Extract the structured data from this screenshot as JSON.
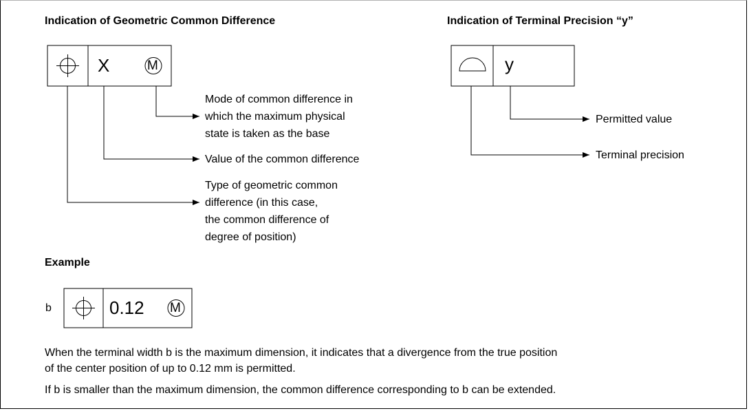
{
  "left_title": "Indication of Geometric Common Difference",
  "right_title": "Indication of Terminal Precision “y”",
  "left_frame": {
    "symbol_icon": "position-crosshair-icon",
    "value": "X",
    "modifier": "M"
  },
  "right_frame": {
    "symbol_icon": "profile-of-surface-icon",
    "value": "y"
  },
  "left_callouts": {
    "modifier": [
      "Mode of common difference in",
      "which the maximum physical",
      "state is taken as the base"
    ],
    "value": "Value of the common difference",
    "type": [
      "Type of geometric common",
      "difference (in this case,",
      "the common difference of",
      "degree of position)"
    ]
  },
  "right_callouts": {
    "value": "Permitted value",
    "type": "Terminal precision"
  },
  "example": {
    "heading": "Example",
    "prefix": "b",
    "value": "0.12",
    "modifier": "M"
  },
  "notes": [
    [
      "When the terminal width b is the maximum dimension, it indicates that a divergence from the true position",
      "of the center position of up to 0.12 mm is permitted."
    ],
    "If b is smaller than the maximum dimension, the common difference corresponding to b can be extended."
  ]
}
